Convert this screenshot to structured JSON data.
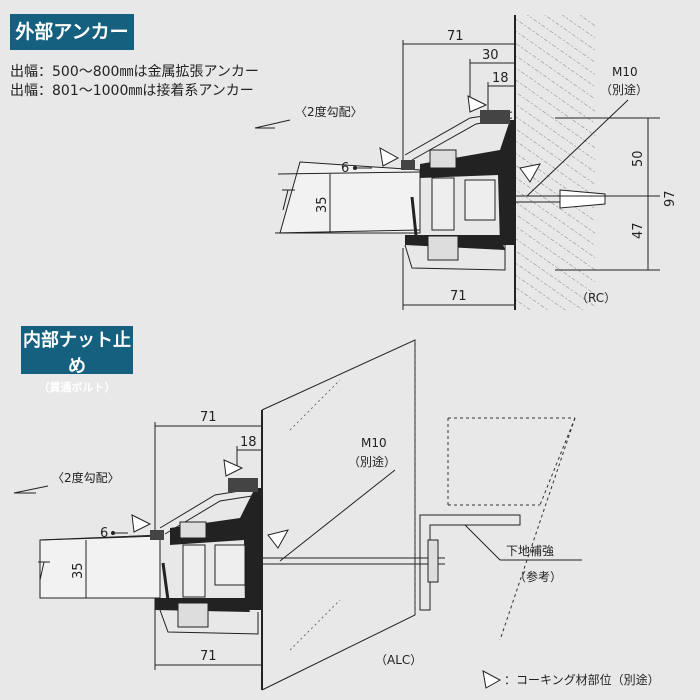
{
  "section_outside": {
    "title": "外部アンカー",
    "notes": [
      "出幅：500〜800㎜は金属拡張アンカー",
      "出幅：801〜1000㎜は接着系アンカー"
    ],
    "slope_label": "〈2度勾配〉",
    "dims": {
      "top_total": "71",
      "top_mid": "30",
      "top_small": "18",
      "bottom": "71",
      "gap": "6",
      "thickness": "35",
      "h_upper": "50",
      "h_lower": "47",
      "h_total": "97"
    },
    "bolt_label": "M10",
    "bolt_sub": "（別途）",
    "substrate": "（RC）"
  },
  "section_inside": {
    "title": "内部ナット止め",
    "subtitle": "（貫通ボルト）",
    "slope_label": "〈2度勾配〉",
    "dims": {
      "top_total": "71",
      "top_small": "18",
      "bottom": "71",
      "gap": "6",
      "thickness": "35"
    },
    "bolt_label": "M10",
    "bolt_sub": "（別途）",
    "reinforce_label": "下地補強",
    "reinforce_sub": "（参考）",
    "substrate": "（ALC）"
  },
  "legend": {
    "text": "：コーキング材部位（別途）"
  },
  "colors": {
    "heading_bg": "#15607e",
    "background": "#e8e8e9",
    "ink": "#222222"
  }
}
